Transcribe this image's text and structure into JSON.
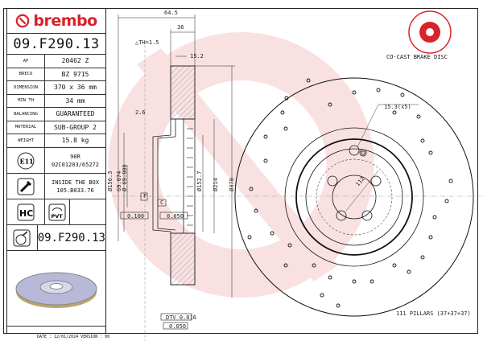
{
  "brand": {
    "name": "brembo",
    "color": "#d8232a"
  },
  "part_number": "09.F290.13",
  "specs": [
    {
      "key": "AP",
      "value": "20462 Z"
    },
    {
      "key": "BRECO",
      "value": "BZ 9715"
    },
    {
      "key": "DIMENSION",
      "value": "370 x 36 mm"
    },
    {
      "key": "MIN TH",
      "value": "34 mm"
    },
    {
      "key": "BALANCING",
      "value": "GUARANTEED"
    },
    {
      "key": "MATERIAL",
      "value": "SUB-GROUP 2"
    },
    {
      "key": "WEIGHT",
      "value": "15.8 kg"
    }
  ],
  "approval": {
    "icon": "e11-mark-icon",
    "label": "E11",
    "line1": "90R",
    "line2": "02C01203/65272"
  },
  "screw": {
    "icon": "screw-icon",
    "line1": "INSIDE THE BOX",
    "line2": "105.B033.76"
  },
  "badges": [
    {
      "icon": "hc-icon",
      "label": "HC"
    },
    {
      "icon": "pvt-icon",
      "label": "PVT"
    }
  ],
  "kit_part_number": "09.F290.13",
  "footer": "DATE : 12/01/2024 VERSION : 00",
  "disc_type_label": "CO-CAST BRAKE DISC",
  "dimensions": {
    "overall_height": "64.5",
    "thickness": "36",
    "delta_th": "△TH=1.5",
    "cheek": "15.2",
    "hat_wall": "2.6",
    "bore_max": "69.074",
    "bore_min": "Ø 69.000",
    "hat_dia": "Ø156.3",
    "inner_dia": "Ø152.7",
    "vent_dia": "Ø214",
    "outer_dia": "Ø370",
    "pcd": "112",
    "bolt_holes": "15.3(x5)",
    "pillars": "111 PILLARS (37+37+37)",
    "datum_f": "F",
    "datum_c": "C",
    "parallel_tol": "0.100",
    "flat_tol": "0.050",
    "dtv_tol": "DTV 0.016",
    "runout_tol": "0.050"
  }
}
